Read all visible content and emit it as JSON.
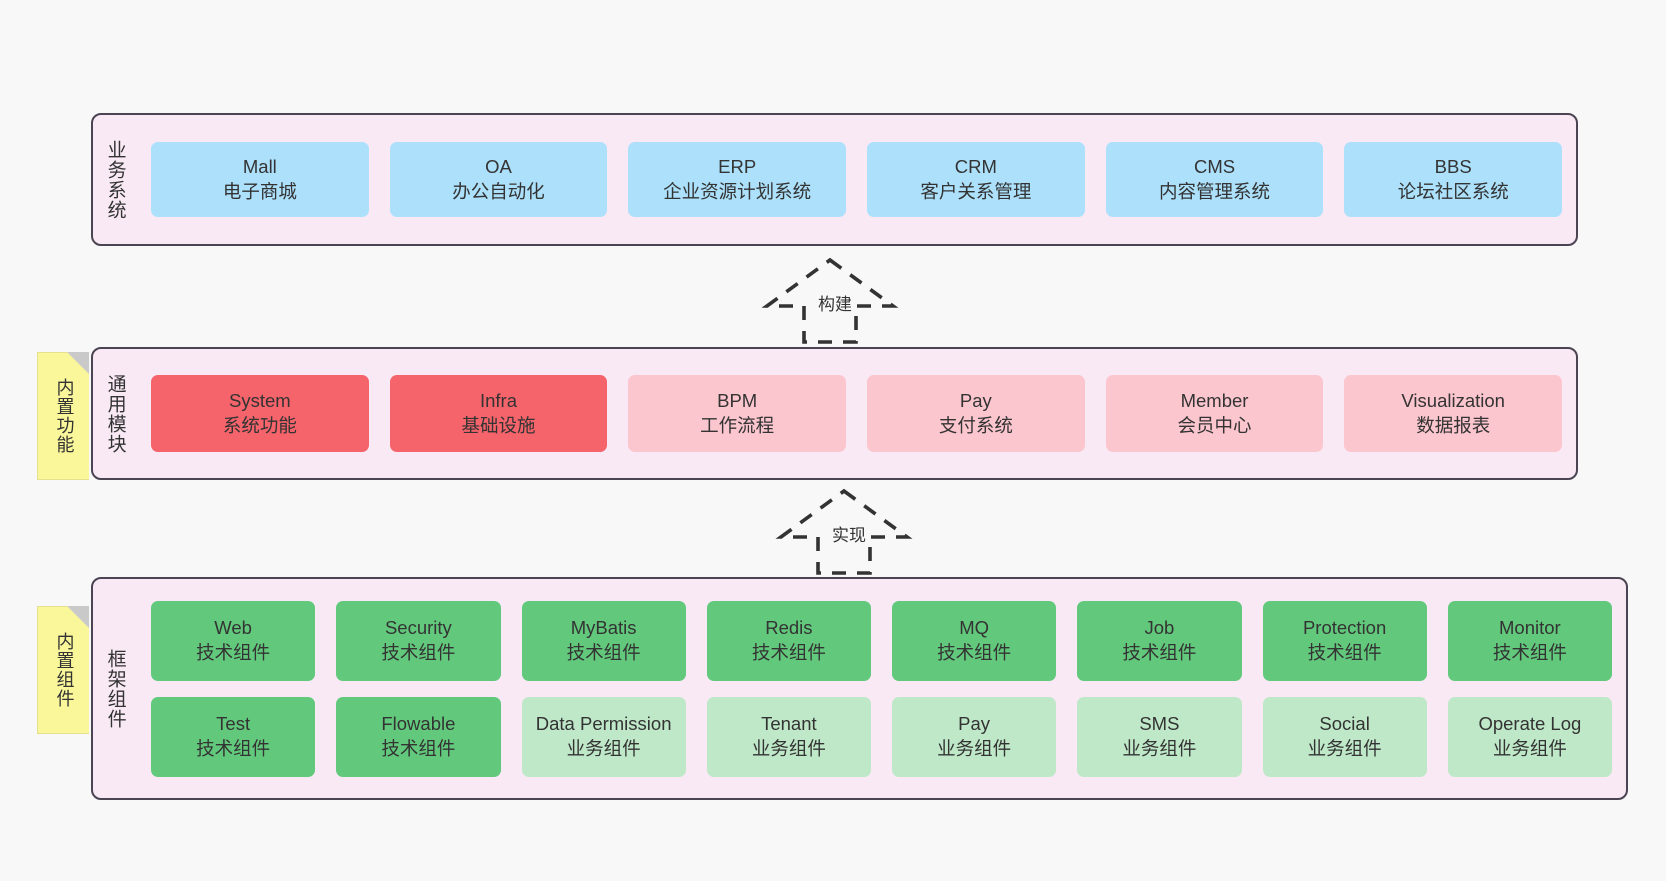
{
  "diagram": {
    "background": "#f8f8f8",
    "layer_bg": "#f8e9f4",
    "layer_border": "#4a4453",
    "sticky_color": "#faf79a",
    "colors": {
      "blue": "#ace0fb",
      "red": "#f5636b",
      "pink": "#fcc6cf",
      "green": "#62c97c",
      "light_green": "#bfe8c8"
    }
  },
  "layers": [
    {
      "id": "business",
      "title": "业务系统",
      "rows": [
        [
          {
            "name": "Mall",
            "desc": "电子商城",
            "color": "blue"
          },
          {
            "name": "OA",
            "desc": "办公自动化",
            "color": "blue"
          },
          {
            "name": "ERP",
            "desc": "企业资源计划系统",
            "color": "blue"
          },
          {
            "name": "CRM",
            "desc": "客户关系管理",
            "color": "blue"
          },
          {
            "name": "CMS",
            "desc": "内容管理系统",
            "color": "blue"
          },
          {
            "name": "BBS",
            "desc": "论坛社区系统",
            "color": "blue"
          }
        ]
      ]
    },
    {
      "id": "common",
      "title": "通用模块",
      "sticky": "内置功能",
      "rows": [
        [
          {
            "name": "System",
            "desc": "系统功能",
            "color": "red"
          },
          {
            "name": "Infra",
            "desc": "基础设施",
            "color": "red"
          },
          {
            "name": "BPM",
            "desc": "工作流程",
            "color": "pink"
          },
          {
            "name": "Pay",
            "desc": "支付系统",
            "color": "pink"
          },
          {
            "name": "Member",
            "desc": "会员中心",
            "color": "pink"
          },
          {
            "name": "Visualization",
            "desc": "数据报表",
            "color": "pink"
          }
        ]
      ]
    },
    {
      "id": "framework",
      "title": "框架组件",
      "sticky": "内置组件",
      "rows": [
        [
          {
            "name": "Web",
            "desc": "技术组件",
            "color": "green"
          },
          {
            "name": "Security",
            "desc": "技术组件",
            "color": "green"
          },
          {
            "name": "MyBatis",
            "desc": "技术组件",
            "color": "green"
          },
          {
            "name": "Redis",
            "desc": "技术组件",
            "color": "green"
          },
          {
            "name": "MQ",
            "desc": "技术组件",
            "color": "green"
          },
          {
            "name": "Job",
            "desc": "技术组件",
            "color": "green"
          },
          {
            "name": "Protection",
            "desc": "技术组件",
            "color": "green"
          },
          {
            "name": "Monitor",
            "desc": "技术组件",
            "color": "green"
          }
        ],
        [
          {
            "name": "Test",
            "desc": "技术组件",
            "color": "green"
          },
          {
            "name": "Flowable",
            "desc": "技术组件",
            "color": "green"
          },
          {
            "name": "Data Permission",
            "desc": "业务组件",
            "color": "light_green"
          },
          {
            "name": "Tenant",
            "desc": "业务组件",
            "color": "light_green"
          },
          {
            "name": "Pay",
            "desc": "业务组件",
            "color": "light_green"
          },
          {
            "name": "SMS",
            "desc": "业务组件",
            "color": "light_green"
          },
          {
            "name": "Social",
            "desc": "业务组件",
            "color": "light_green"
          },
          {
            "name": "Operate Log",
            "desc": "业务组件",
            "color": "light_green"
          }
        ]
      ]
    }
  ],
  "connectors": [
    {
      "id": "build",
      "label": "构建",
      "direction": "up"
    },
    {
      "id": "impl",
      "label": "实现",
      "direction": "up"
    }
  ]
}
